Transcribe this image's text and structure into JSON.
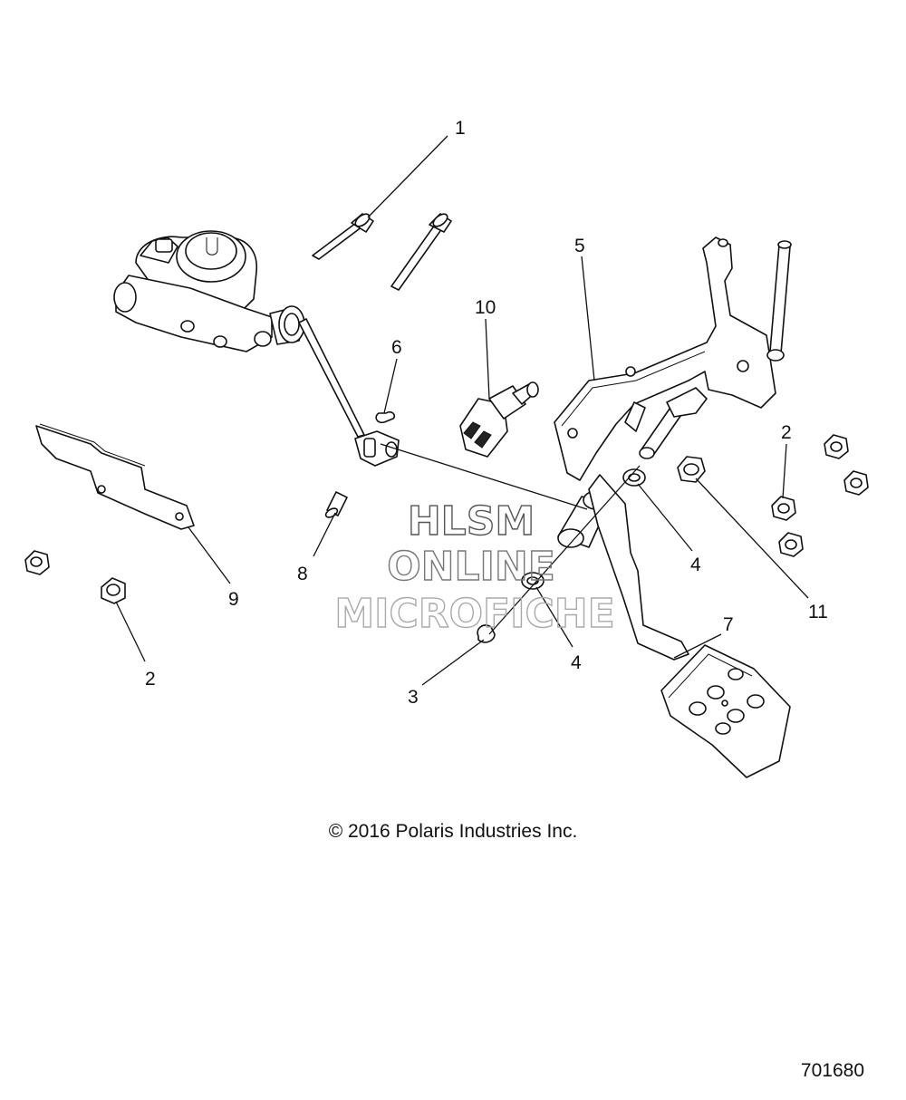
{
  "callouts": {
    "c1": "1",
    "c2a": "2",
    "c2b": "2",
    "c3": "3",
    "c4a": "4",
    "c4b": "4",
    "c5": "5",
    "c6": "6",
    "c7": "7",
    "c8": "8",
    "c9": "9",
    "c10": "10",
    "c11": "11"
  },
  "watermark": {
    "line1": "HLSM",
    "line2": "ONLINE",
    "line3": "MICROFICHE"
  },
  "copyright": "© 2016 Polaris Industries Inc.",
  "doc_number": "701680"
}
